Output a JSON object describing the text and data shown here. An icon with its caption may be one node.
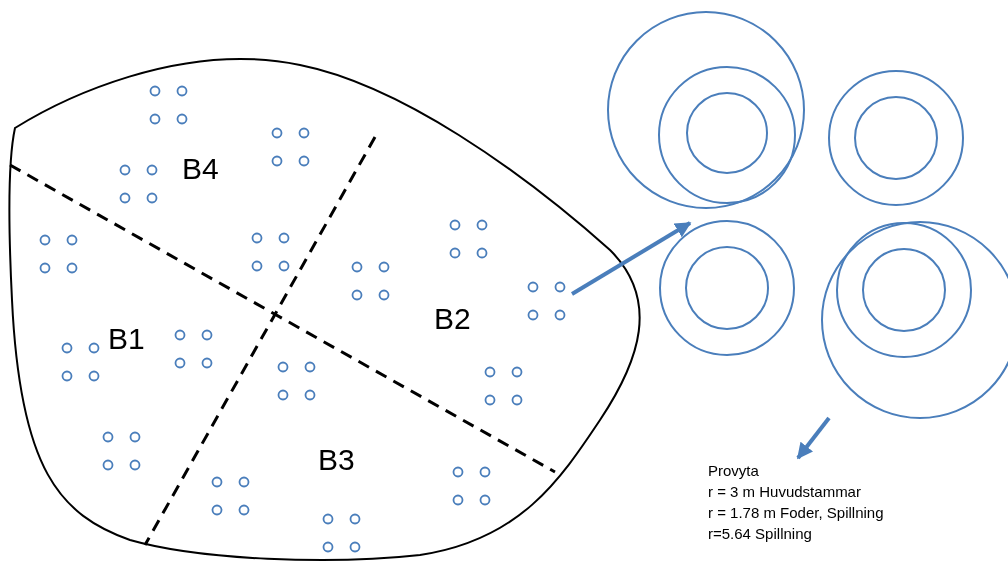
{
  "diagram": {
    "nodes": [
      {
        "text": [],
        "shape": "blob"
      },
      {
        "text": [],
        "shape": "circle",
        "in": 0
      },
      {
        "text": [],
        "shape": "circle"
      },
      {
        "text": [],
        "shape": "circle"
      },
      {
        "text": [],
        "shape": "circle"
      },
      {
        "text": [],
        "shape": "circle"
      },
      {
        "text": [
          "Provyta",
          "r = 3 m Huvudstammar",
          "r = 1.78 m Foder, Spillning",
          "r=5.64 Spillning"
        ]
      }
    ],
    "edges": [
      {
        "from": 1,
        "to": 4,
        "arrow": "to"
      },
      {
        "from": 5,
        "to": 6,
        "arrow": "to"
      }
    ],
    "labels": [
      "B4",
      "B1",
      "B2",
      "B3"
    ]
  }
}
